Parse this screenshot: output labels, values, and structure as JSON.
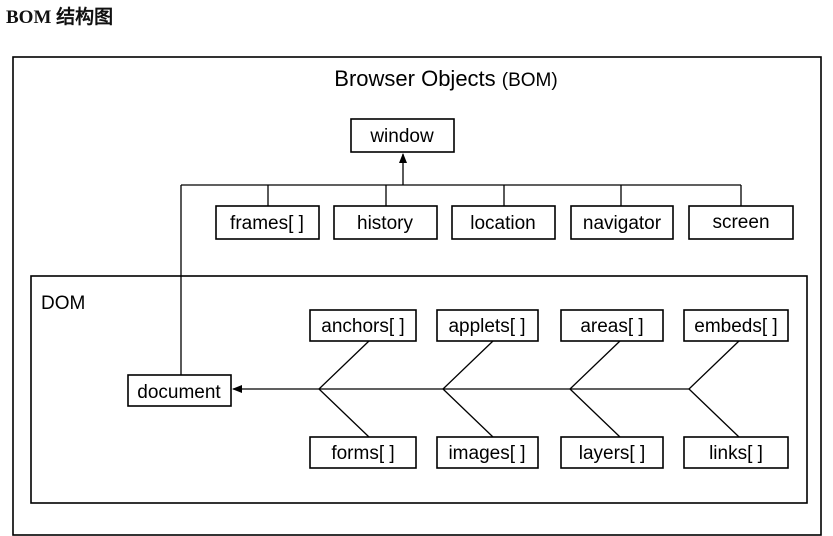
{
  "heading": "BOM 结构图",
  "diagram": {
    "title_main": "Browser Objects ",
    "title_tag": "(BOM)",
    "root": "window",
    "bom_children": [
      "frames[ ]",
      "history",
      "location",
      "navigator",
      "screen"
    ],
    "dom_label": "DOM",
    "document": "document",
    "dom_top": [
      "anchors[ ]",
      "applets[ ]",
      "areas[ ]",
      "embeds[ ]"
    ],
    "dom_bottom": [
      "forms[ ]",
      "images[ ]",
      "layers[ ]",
      "links[ ]"
    ]
  }
}
